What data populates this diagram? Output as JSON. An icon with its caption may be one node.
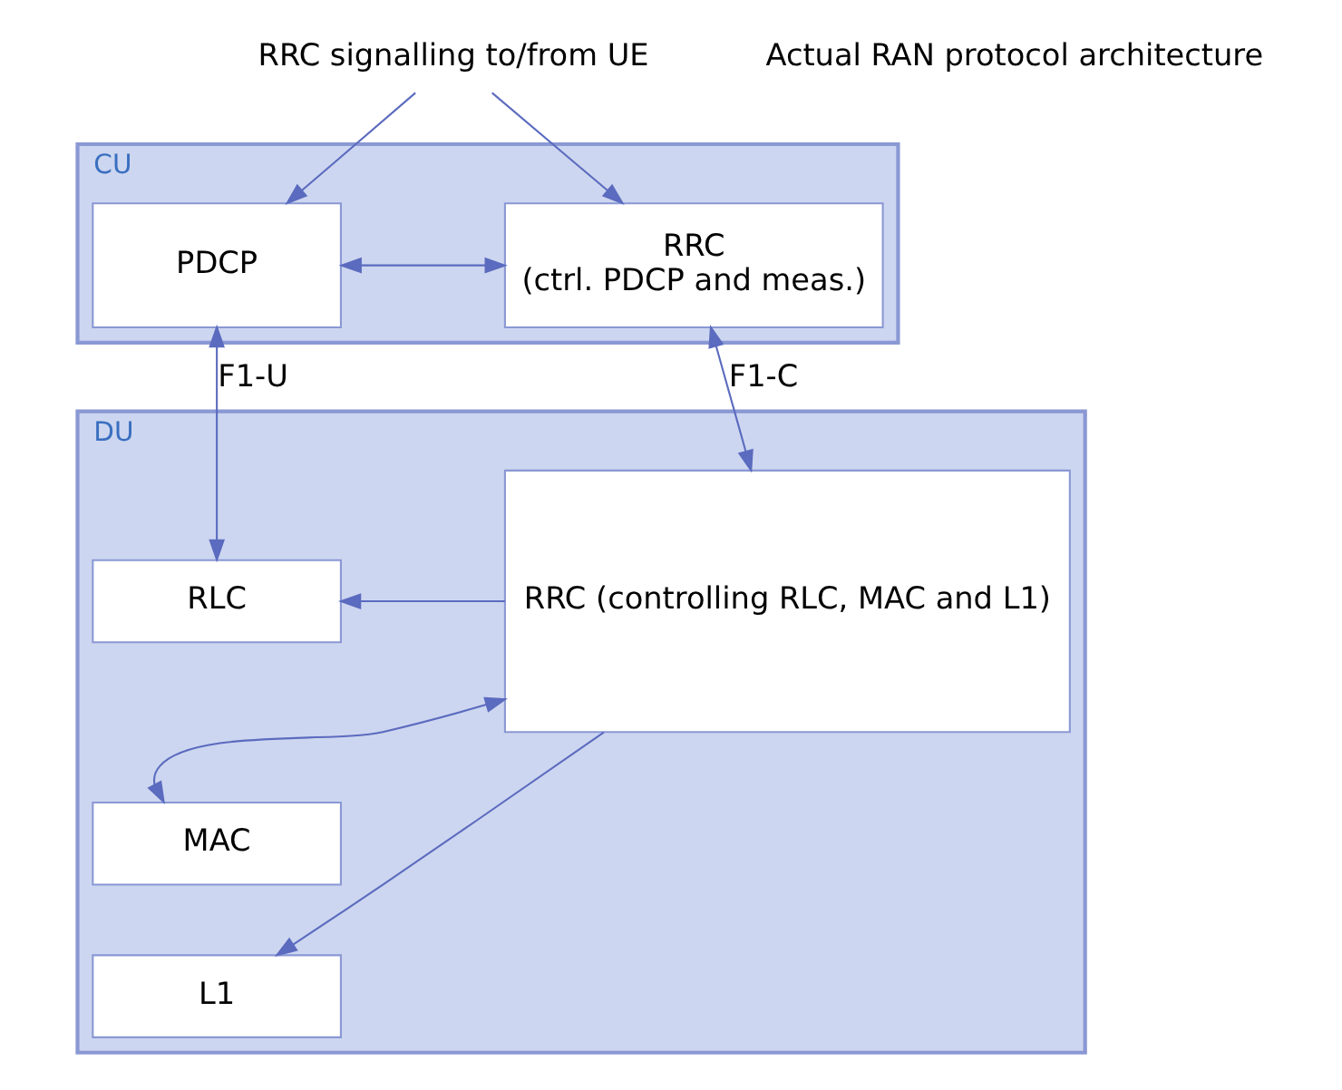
{
  "diagram": {
    "nodes": [
      {
        "text": [
          "CU"
        ]
      },
      {
        "text": [
          "PDCP"
        ],
        "in": 0
      },
      {
        "text": [
          "RRC",
          "(ctrl. PDCP and meas.)"
        ],
        "in": 0
      },
      {
        "text": [
          "DU"
        ]
      },
      {
        "text": [
          "RLC"
        ],
        "in": 3
      },
      {
        "text": [
          "MAC"
        ],
        "in": 3
      },
      {
        "text": [
          "L1"
        ],
        "in": 3
      },
      {
        "text": [
          "RRC (controlling RLC, MAC and L1)"
        ],
        "in": 3
      },
      {
        "text": [
          "RRC signalling to/from UE"
        ]
      }
    ],
    "edges": [
      {
        "from": 8,
        "to": 1,
        "arrow": "to"
      },
      {
        "from": 8,
        "to": 2,
        "arrow": "to"
      },
      {
        "from": 1,
        "to": 2,
        "arrow": "both"
      },
      {
        "from": 1,
        "to": 4,
        "arrow": "both",
        "label": "F1-U"
      },
      {
        "from": 2,
        "to": 7,
        "arrow": "both",
        "label": "F1-C"
      },
      {
        "from": 7,
        "to": 4,
        "arrow": "to"
      },
      {
        "from": 5,
        "to": 7,
        "arrow": "both"
      },
      {
        "from": 7,
        "to": 6,
        "arrow": "to"
      }
    ],
    "labels": [
      "Actual RAN protocol architecture"
    ]
  }
}
